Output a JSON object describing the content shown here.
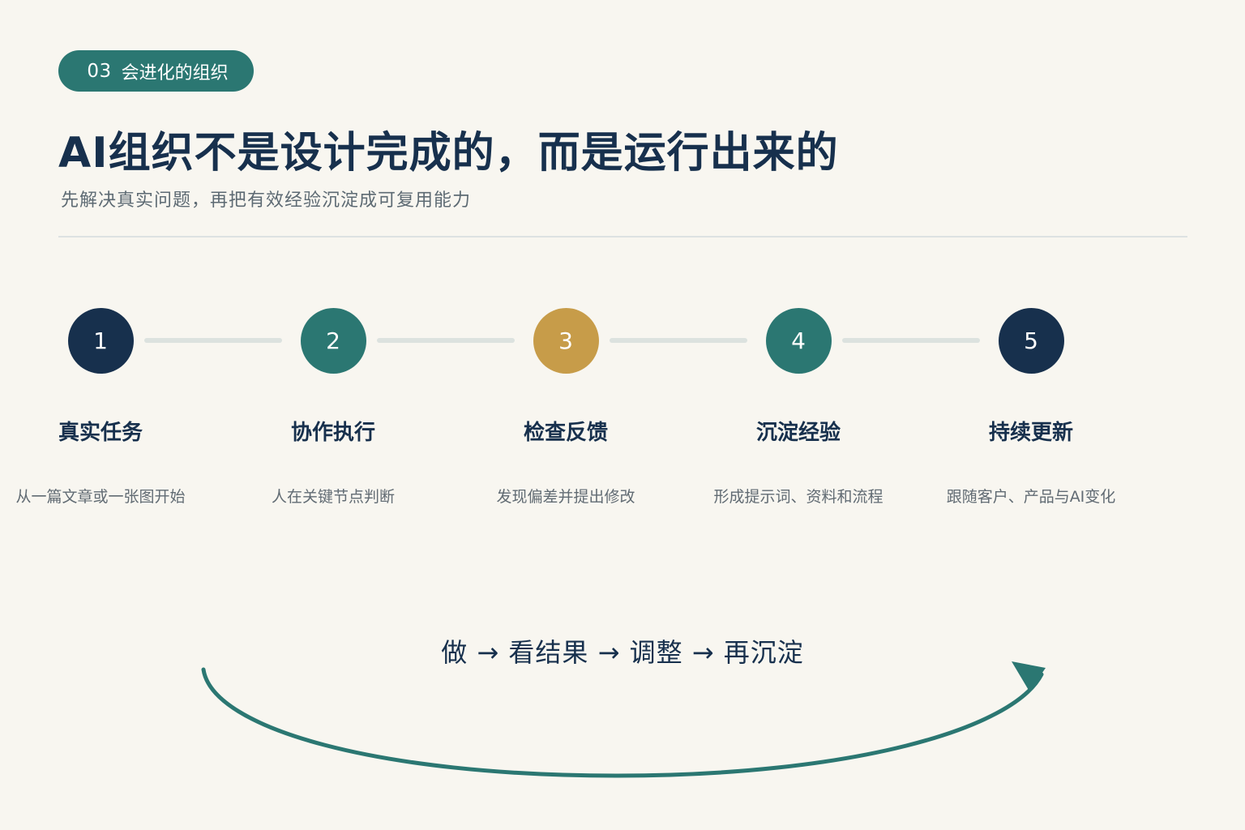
{
  "badge": {
    "number": "03",
    "label": "会进化的组织"
  },
  "title": "AI组织不是设计完成的，而是运行出来的",
  "subtitle": "先解决真实问题，再把有效经验沉淀成可复用能力",
  "steps": [
    {
      "number": "1",
      "title": "真实任务",
      "desc": "从一篇文章或一张图开始",
      "color": "#17304D"
    },
    {
      "number": "2",
      "title": "协作执行",
      "desc": "人在关键节点判断",
      "color": "#2B7772"
    },
    {
      "number": "3",
      "title": "检查反馈",
      "desc": "发现偏差并提出修改",
      "color": "#C79C49"
    },
    {
      "number": "4",
      "title": "沉淀经验",
      "desc": "形成提示词、资料和流程",
      "color": "#2B7772"
    },
    {
      "number": "5",
      "title": "持续更新",
      "desc": "跟随客户、产品与AI变化",
      "color": "#17304D"
    }
  ],
  "loop": {
    "text": "做 → 看结果 → 调整 → 再沉淀",
    "arrow_color": "#2B7772"
  },
  "colors": {
    "background": "#F8F6F0",
    "navy": "#17304D",
    "teal": "#2B7772",
    "gold": "#C79C49",
    "divider": "#DDE2E2"
  }
}
